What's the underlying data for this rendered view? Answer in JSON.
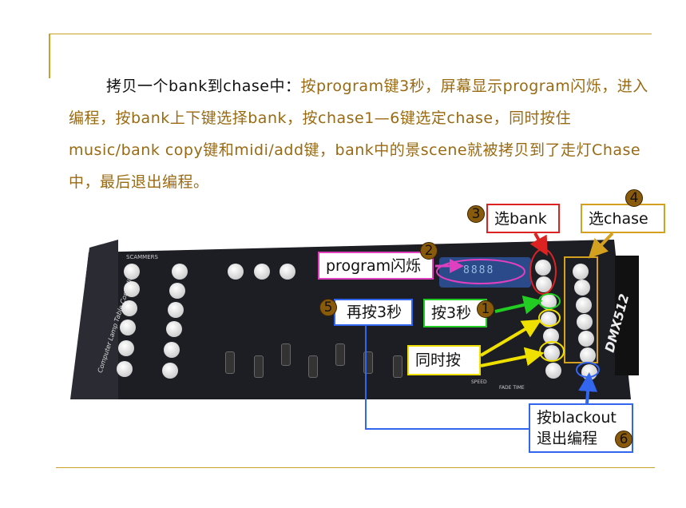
{
  "paragraph": {
    "lead": "拷贝一个bank到chase中：",
    "body": "按program键3秒，屏幕显示program闪烁，进入编程，按bank上下键选择bank，按chase1—6键选定chase，同时按住music/bank copy键和midi/add键，bank中的景scene就被拷贝到了走灯Chase中，最后退出编程。"
  },
  "controller": {
    "brand_label": "SCAMMERS",
    "side_label": "Computer Lamp Table Controller",
    "model": "DMX512",
    "display": "8888",
    "speed_label": "SPEED",
    "fade_label": "FADE TIME"
  },
  "callouts": [
    {
      "step": "1",
      "text": "按3秒",
      "color": "#22cc22"
    },
    {
      "step": "2",
      "text": "program闪烁",
      "color": "#e040c0"
    },
    {
      "step": "3",
      "text": "选bank",
      "color": "#dd2222"
    },
    {
      "step": "4",
      "text": "选chase",
      "color": "#d4a020"
    },
    {
      "step": "5",
      "text": "再按3秒",
      "color": "#3366ee"
    },
    {
      "text": "同时按",
      "color": "#f0e000"
    },
    {
      "step": "6",
      "text_line1": "按blackout",
      "text_line2": "退出编程",
      "color": "#3366ee"
    }
  ]
}
